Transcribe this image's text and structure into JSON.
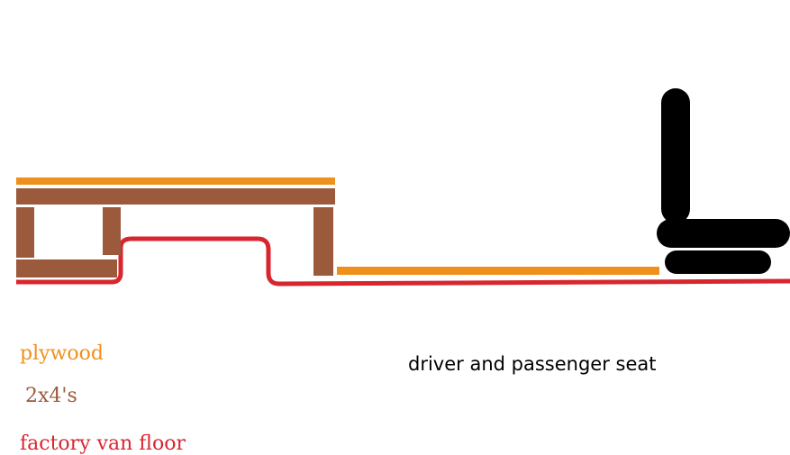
{
  "colors": {
    "plywood": "#f0901c",
    "lumber": "#9c5a3c",
    "van_floor": "#d8262f",
    "seat": "#000000"
  },
  "legend": {
    "plywood": "plywood",
    "lumber": "2x4's",
    "van_floor": "factory van floor"
  },
  "seat_label": "driver and passenger seat"
}
